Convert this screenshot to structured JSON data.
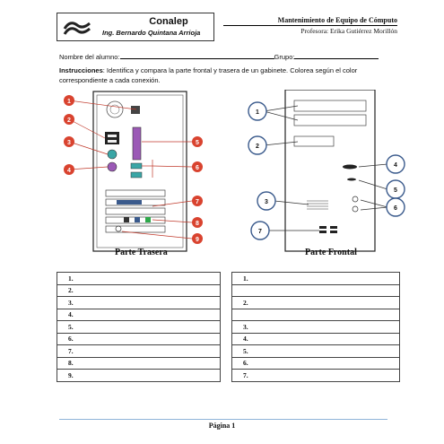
{
  "header": {
    "school": "Conalep",
    "teacher": "Ing. Bernardo Quintana Arrioja",
    "title": "Mantenimiento de Equipo de Cómputo",
    "professor": "Profesora: Erika Gutiérrez Morillón"
  },
  "form": {
    "name_label": "Nombre del alumno:",
    "group_label": "Grupo:"
  },
  "instructions": {
    "label": "Instrucciones",
    "text": ": Identifica y compara la parte frontal y trasera de un gabinete. Colorea según el color correspondiente a  cada conexión."
  },
  "diagram": {
    "rear_caption": "Parte Trasera",
    "front_caption": "Parte Frontal",
    "rear_markers": [
      "1",
      "2",
      "3",
      "4",
      "5",
      "6",
      "7",
      "8",
      "9"
    ],
    "front_markers": [
      "1",
      "2",
      "3",
      "4",
      "5",
      "6",
      "7"
    ],
    "colors": {
      "marker_red": "#d9432f",
      "marker_blue": "#3a5a8c",
      "purple": "#9b59b6",
      "green": "#2ea84a",
      "teal": "#3aa6a6"
    }
  },
  "tables": {
    "rear": [
      "1.",
      "2.",
      "3.",
      "4.",
      "5.",
      "6.",
      "7.",
      "8.",
      "9."
    ],
    "front": [
      "1.",
      "",
      "2.",
      "",
      "3.",
      "4.",
      "5.",
      "6.",
      "7."
    ]
  },
  "footer": {
    "page": "Página 1"
  }
}
